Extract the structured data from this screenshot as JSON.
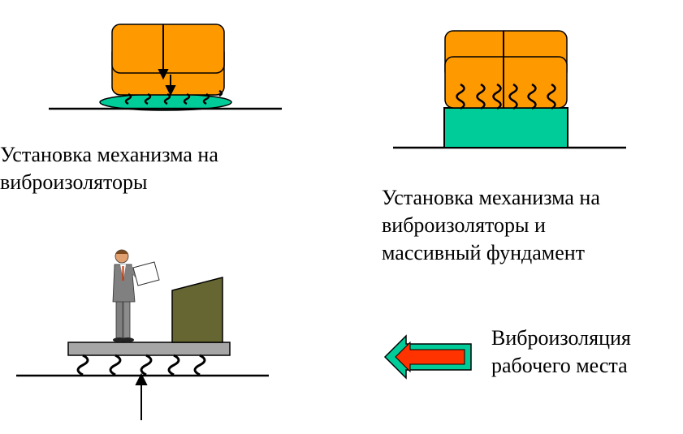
{
  "captions": {
    "top_left": [
      "Установка механизма на",
      "виброизоляторы"
    ],
    "top_right": [
      "Установка механизма на",
      "виброизоляторы и",
      "массивный фундамент"
    ],
    "bottom_right": [
      "Виброизоляция",
      "рабочего места"
    ]
  },
  "colors": {
    "machine": "#ff9900",
    "isolator_pad": "#00cc99",
    "foundation": "#00cc99",
    "platform": "#a6a6a6",
    "machine_block": "#666633",
    "arrow_fill": "#ff3300",
    "arrow_outline": "#00cc99"
  },
  "icons": [
    "spring-icon",
    "worker-icon",
    "left-arrow-icon"
  ]
}
